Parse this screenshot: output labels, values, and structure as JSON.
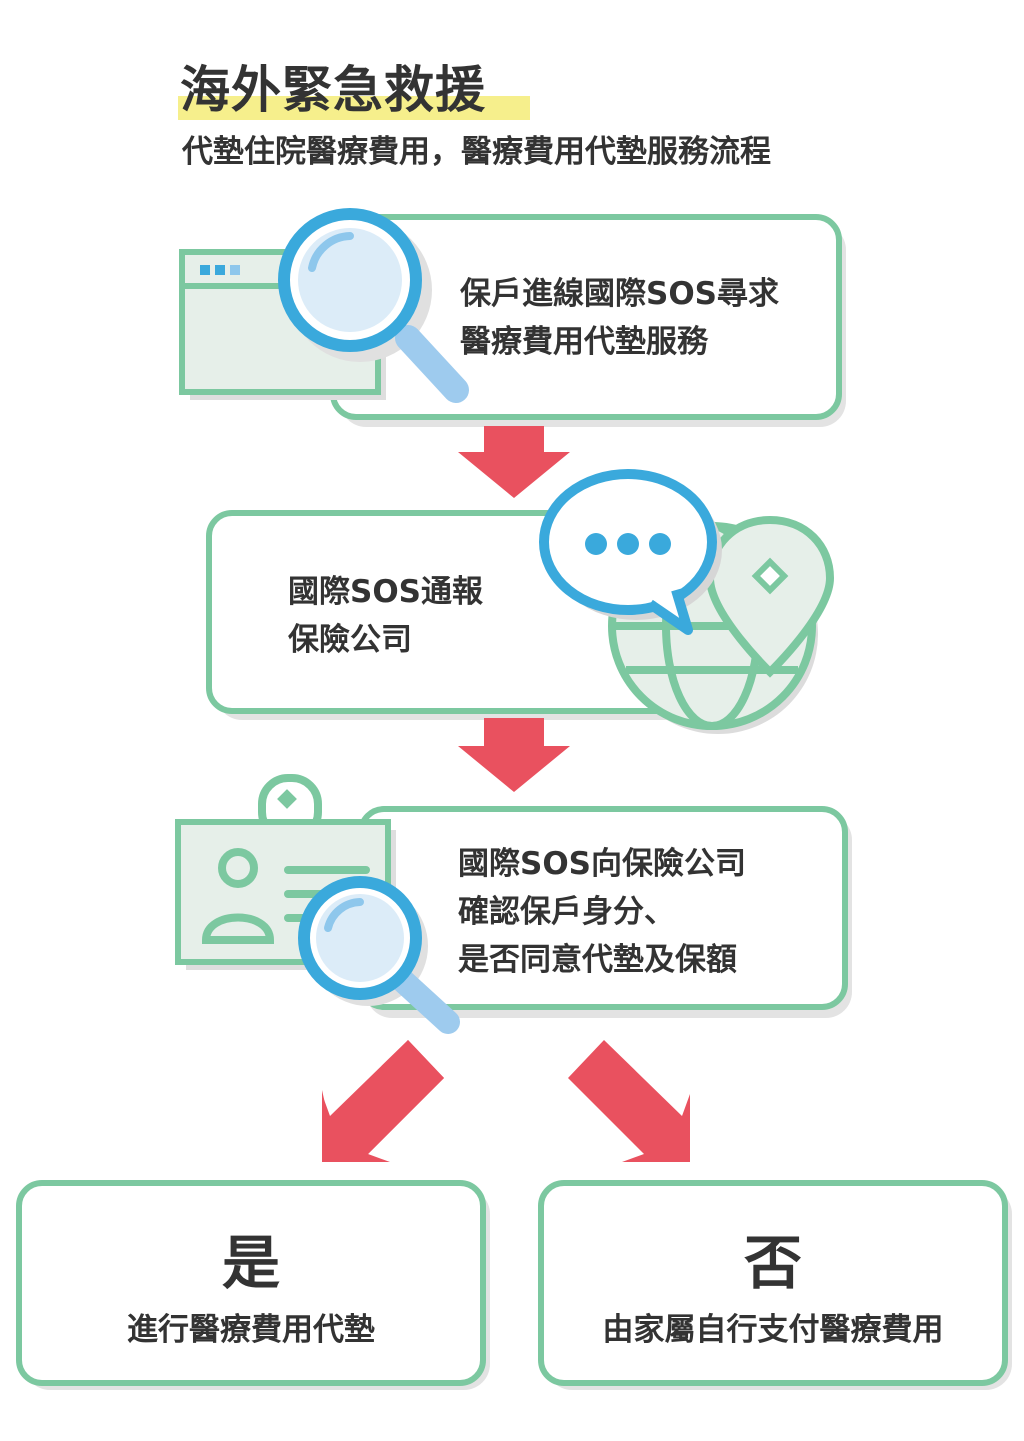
{
  "header": {
    "title": "海外緊急救援",
    "subtitle": "代墊住院醫療費用，醫療費用代墊服務流程"
  },
  "steps": [
    {
      "text": "保戶進線國際SOS尋求\n醫療費用代墊服務",
      "icon": "browser-magnifier-icon"
    },
    {
      "text": "國際SOS通報\n保險公司",
      "icon": "chat-globe-pin-icon"
    },
    {
      "text": "國際SOS向保險公司\n確認保戶身分、\n是否同意代墊及保額",
      "icon": "id-card-magnifier-icon"
    }
  ],
  "outcomes": {
    "yes": {
      "label": "是",
      "description": "進行醫療費用代墊"
    },
    "no": {
      "label": "否",
      "description": "由家屬自行支付醫療費用"
    }
  },
  "colors": {
    "box_border": "#7cc8a0",
    "arrow": "#e9515f",
    "magnifier": "#3aa9dc",
    "highlight": "#f6ef8c",
    "text": "#333333"
  }
}
